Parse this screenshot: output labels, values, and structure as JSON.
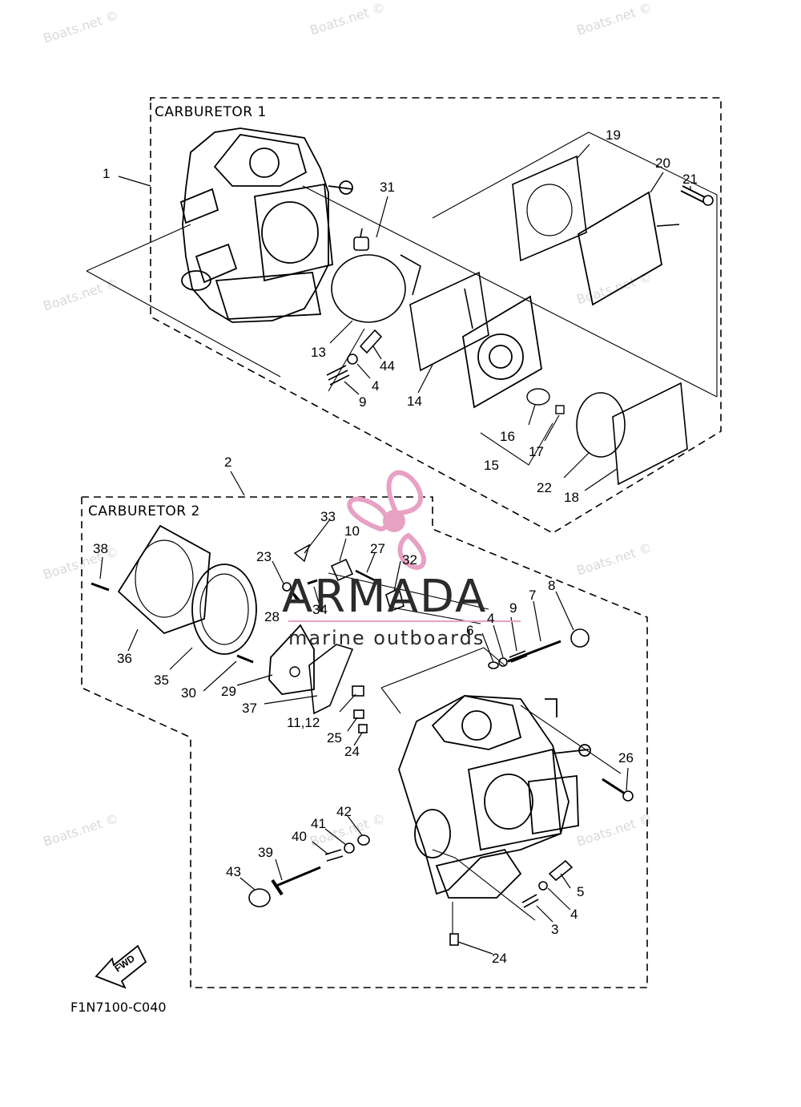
{
  "diagram": {
    "group1_title": "CARBURETOR 1",
    "group2_title": "CARBURETOR 2",
    "figure_code": "F1N7100-C040",
    "fwd_label": "FWD",
    "brand_name": "ARMADA",
    "brand_tagline": "marine outboards",
    "watermark": "Boats.net ©",
    "colors": {
      "line": "#000000",
      "brand_pink": "#e7a1c4",
      "watermark": "#d9d9d9"
    }
  },
  "callouts": {
    "c1": "1",
    "c2": "2",
    "c3": "3",
    "c4a": "4",
    "c4b": "4",
    "c4c": "4",
    "c5": "5",
    "c6": "6",
    "c7": "7",
    "c8": "8",
    "c9a": "9",
    "c9b": "9",
    "c10": "10",
    "c11_12": "11,12",
    "c13": "13",
    "c14": "14",
    "c15": "15",
    "c16": "16",
    "c17": "17",
    "c18": "18",
    "c19": "19",
    "c20": "20",
    "c21": "21",
    "c22": "22",
    "c23": "23",
    "c24a": "24",
    "c24b": "24",
    "c25": "25",
    "c26": "26",
    "c27": "27",
    "c28": "28",
    "c29": "29",
    "c30": "30",
    "c31": "31",
    "c32": "32",
    "c33": "33",
    "c34": "34",
    "c35": "35",
    "c36": "36",
    "c37": "37",
    "c38": "38",
    "c39": "39",
    "c40": "40",
    "c41": "41",
    "c42": "42",
    "c43": "43",
    "c44": "44"
  }
}
